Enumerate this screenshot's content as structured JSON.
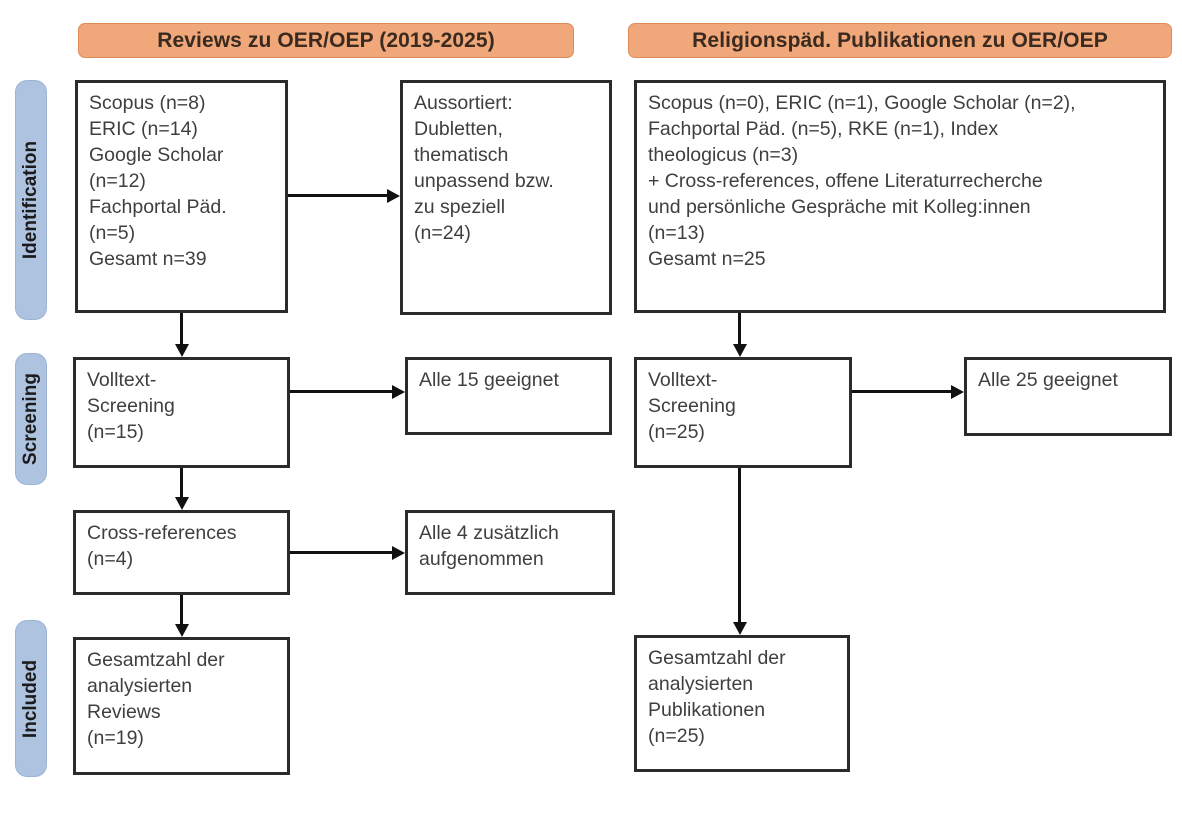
{
  "figure": {
    "type": "prisma-flow-diagram",
    "accent_orange": "#F0A87A",
    "accent_blue": "#AEC3E0",
    "box_border": "#2B2B2B"
  },
  "columns": [
    {
      "id": "reviews",
      "header": "Reviews zu OER/OEP (2019-2025)"
    },
    {
      "id": "publikationen",
      "header": "Religionspäd. Publikationen zu OER/OEP"
    }
  ],
  "stages": [
    {
      "id": "identification",
      "label": "Identification"
    },
    {
      "id": "screening",
      "label": "Screening"
    },
    {
      "id": "included",
      "label": "Included"
    }
  ],
  "left_column": {
    "identification_sources": {
      "lines": [
        "Scopus (n=8)",
        "ERIC (n=14)",
        "Google Scholar",
        "(n=12)",
        "Fachportal Päd.",
        "(n=5)",
        "Gesamt n=39"
      ]
    },
    "excluded": {
      "lines": [
        "Aussortiert:",
        "Dubletten,",
        "thematisch",
        "unpassend bzw.",
        "zu speziell",
        "(n=24)"
      ]
    },
    "fulltext_screening": {
      "lines": [
        "Volltext-",
        "Screening",
        "(n=15)"
      ]
    },
    "fulltext_result": {
      "lines": [
        "Alle 15 geeignet"
      ]
    },
    "cross_references": {
      "lines": [
        "Cross-references",
        "(n=4)"
      ]
    },
    "cross_references_result": {
      "lines": [
        "Alle 4 zusätzlich",
        "aufgenommen"
      ]
    },
    "included_total": {
      "lines": [
        "Gesamtzahl der",
        "analysierten",
        "Reviews",
        "(n=19)"
      ]
    }
  },
  "right_column": {
    "identification_sources": {
      "lines": [
        "Scopus (n=0), ERIC (n=1), Google Scholar (n=2),",
        "Fachportal Päd. (n=5), RKE (n=1), Index",
        "theologicus (n=3)",
        "+ Cross-references, offene Literaturrecherche",
        "und persönliche Gespräche mit Kolleg:innen",
        "(n=13)",
        "Gesamt n=25"
      ]
    },
    "fulltext_screening": {
      "lines": [
        "Volltext-",
        "Screening",
        "(n=25)"
      ]
    },
    "fulltext_result": {
      "lines": [
        "Alle 25 geeignet"
      ]
    },
    "included_total": {
      "lines": [
        "Gesamtzahl der",
        "analysierten",
        "Publikationen",
        "(n=25)"
      ]
    }
  }
}
